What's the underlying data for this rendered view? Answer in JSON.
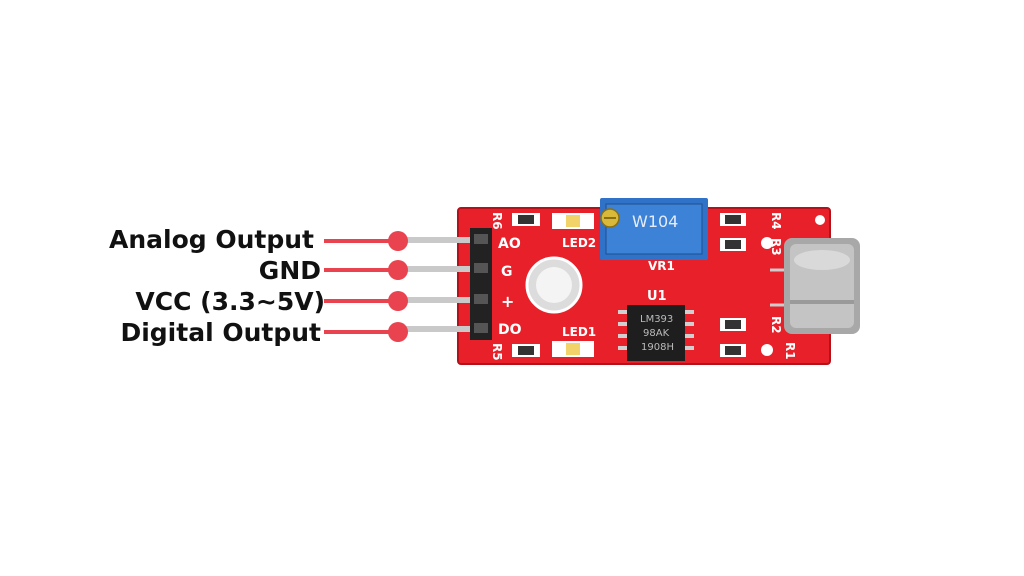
{
  "pin_labels": {
    "analog_output": "Analog  Output",
    "gnd": "GND",
    "vcc": "VCC (3.3~5V)",
    "digital_output": "Digital Output"
  },
  "board_silkscreen": {
    "pin_ao": "AO",
    "pin_g": "G",
    "pin_plus": "+",
    "pin_do": "DO",
    "r6": "R6",
    "r5": "R5",
    "r4": "R4",
    "r3": "R3",
    "r2": "R2",
    "r1": "R1",
    "led1": "LED1",
    "led2": "LED2",
    "vr1": "VR1",
    "u1": "U1",
    "pot_marking": "W104",
    "chip_marking_1": "LM393",
    "chip_marking_2": "98AK",
    "chip_marking_3": "1908H"
  },
  "colors": {
    "board": "#e8202a",
    "pointer": "#e8434f",
    "potentiometer": "#2f72c7"
  }
}
